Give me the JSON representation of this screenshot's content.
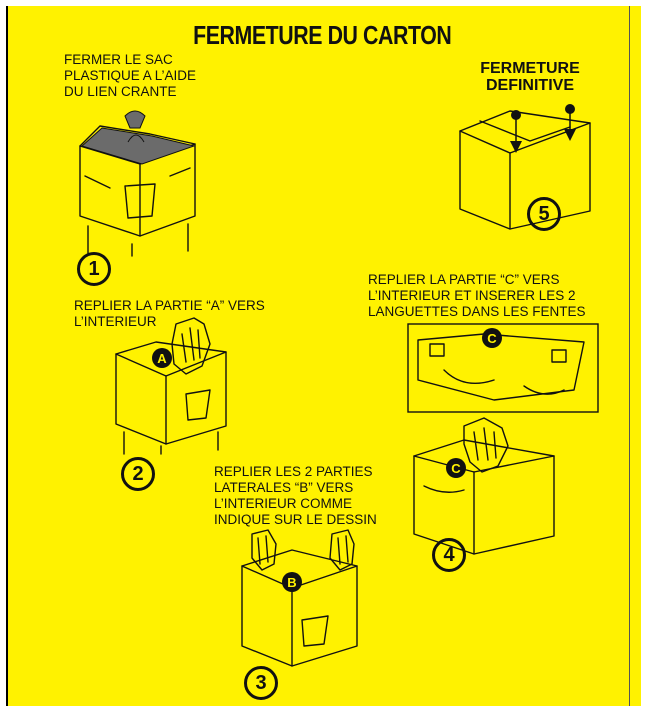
{
  "title": "FERMETURE DU CARTON",
  "steps": [
    {
      "number": "1",
      "caption": "FERMER LE SAC\nPLASTIQUE A L’AIDE\nDU LIEN CRANTE"
    },
    {
      "number": "2",
      "caption": "REPLIER LA PARTIE “A” VERS\nL’INTERIEUR",
      "label": "A"
    },
    {
      "number": "3",
      "caption": "REPLIER LES 2 PARTIES\nLATERALES “B” VERS\nL’INTERIEUR COMME\nINDIQUE SUR LE DESSIN",
      "label": "B"
    },
    {
      "number": "4",
      "caption": "REPLIER LA PARTIE “C” VERS\nL’INTERIEUR ET INSERER LES 2\nLANGUETTES DANS LES FENTES",
      "label": "C"
    },
    {
      "number": "5",
      "caption": "FERMETURE\nDEFINITIVE"
    }
  ],
  "colors": {
    "background": "#fff200",
    "ink": "#111111",
    "bag": "#6b6b6b"
  },
  "icons": [
    "box-icon",
    "plastic-bag-icon",
    "hand-icon",
    "arrow-down-icon"
  ]
}
